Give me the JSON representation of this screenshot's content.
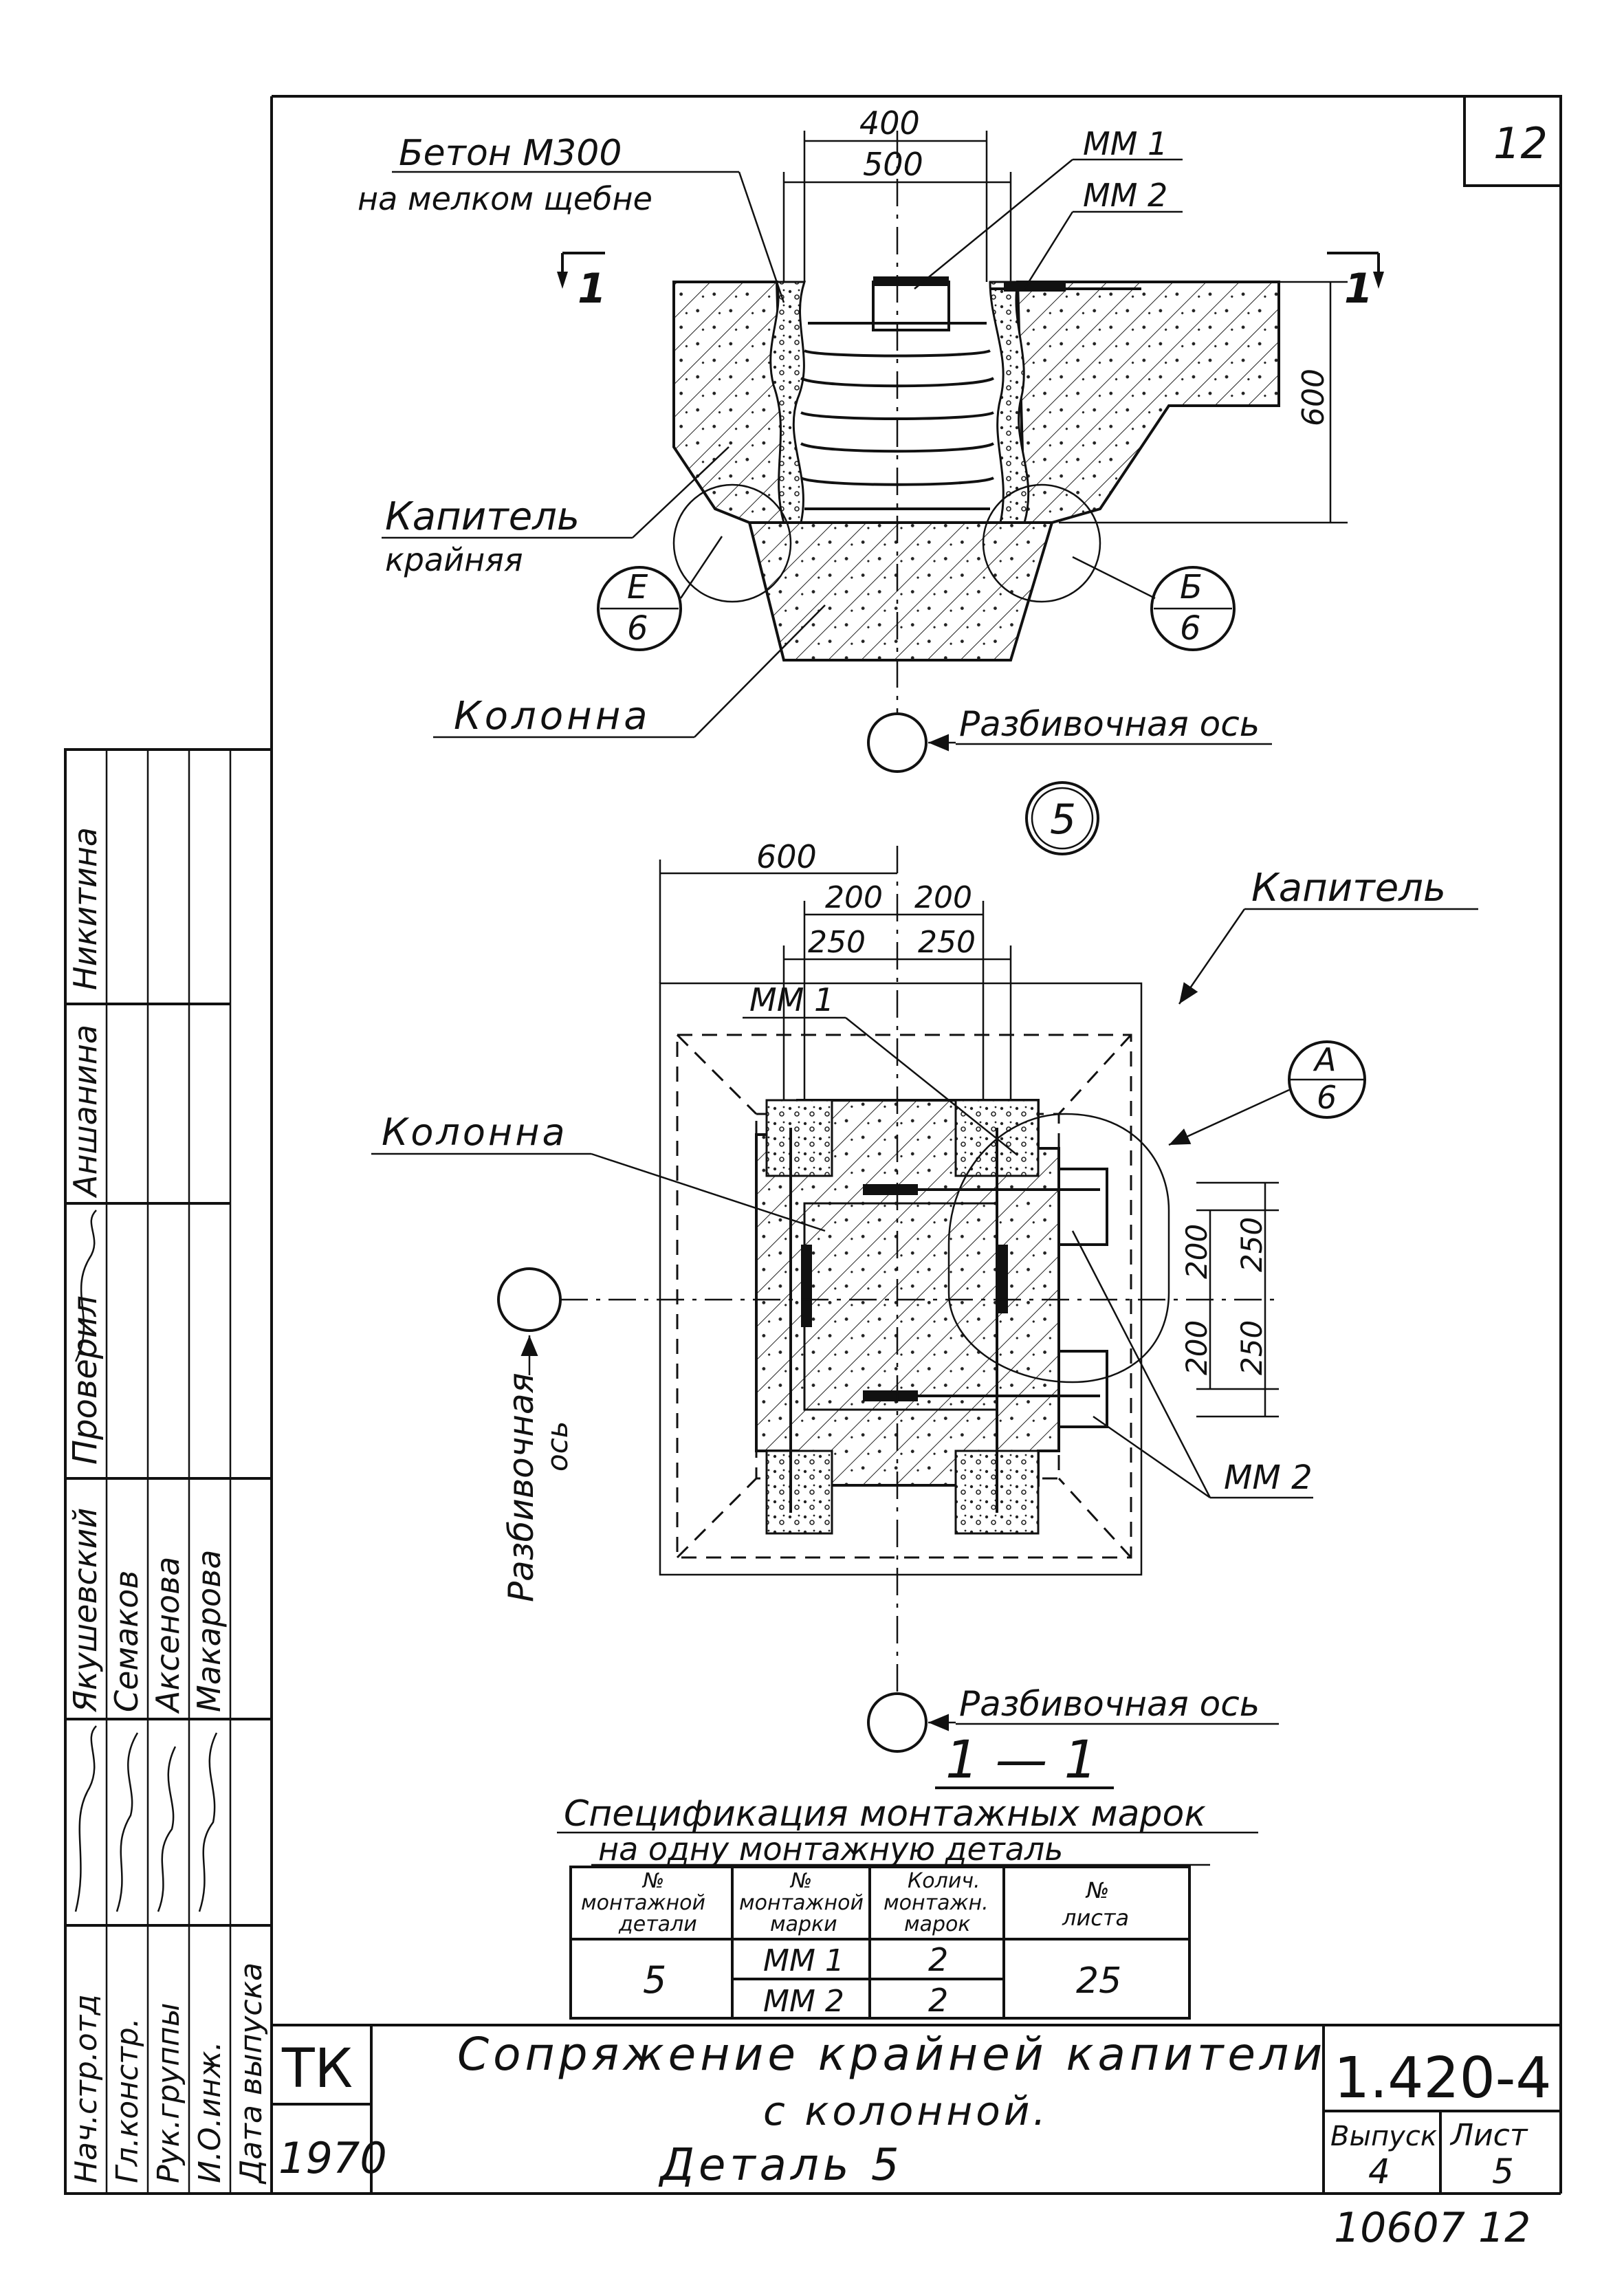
{
  "sheet": {
    "sheet_corner_number": "12",
    "series": "ТК",
    "year": "1970",
    "code": "1.420-4",
    "title_line1": "Сопряжение крайней капители",
    "title_line2": "с колонной.",
    "title_line3": "Деталь 5",
    "issue_label": "Выпуск",
    "issue_value": "4",
    "sheet_label": "Лист",
    "sheet_value": "5",
    "bottom_number": "10607",
    "bottom_page": "12"
  },
  "stamp": {
    "roles": [
      "Нач.стр.отд",
      "Гл.констр.",
      "Рук.группы",
      "И.О.инж.",
      "Дата выпуска"
    ],
    "names": [
      "Якушевский",
      "Семаков",
      "Аксенова",
      "Макарова"
    ],
    "checked_label": "Проверил",
    "checked_names": [
      "Аншанина",
      "Никитина"
    ]
  },
  "elevation": {
    "label_concrete_1": "Бетон М300",
    "label_concrete_2": "на мелком щебне",
    "dim_top_1": "400",
    "dim_top_2": "500",
    "mark_1": "ММ 1",
    "mark_2": "ММ 2",
    "dim_height": "600",
    "section_mark_left": "1",
    "section_mark_right": "1",
    "label_capital_1": "Капитель",
    "label_capital_2": "крайняя",
    "callout_left_top": "Е",
    "callout_left_bottom": "6",
    "callout_right_top": "Б",
    "callout_right_bottom": "6",
    "label_column": "Колонна",
    "label_axis": "Разбивочная ось",
    "detail_number": "5"
  },
  "plan": {
    "dim_600": "600",
    "dim_200a": "200",
    "dim_200b": "200",
    "dim_250a": "250",
    "dim_250b": "250",
    "label_capital": "Капитель",
    "mark_1": "ММ 1",
    "mark_2": "ММ 2",
    "callout_top": "А",
    "callout_bottom": "6",
    "label_column": "Колонна",
    "dim_right_200a": "200",
    "dim_right_250a": "250",
    "dim_right_200b": "200",
    "dim_right_250b": "250",
    "label_axis_left_1": "Разбивочная",
    "label_axis_left_2": "ось",
    "label_axis_bottom": "Разбивочная ось",
    "section_title": "1 — 1"
  },
  "spec": {
    "title_line1": "Спецификация монтажных марок",
    "title_line2": "на одну монтажную деталь",
    "headers": [
      [
        "№",
        "монтажной",
        "детали"
      ],
      [
        "№",
        "монтажной",
        "марки"
      ],
      [
        "Колич.",
        "монтажн.",
        "марок"
      ],
      [
        "№",
        "листа"
      ]
    ],
    "rows": [
      {
        "detail": "5",
        "mark": "ММ 1",
        "qty": "2",
        "sheet": "25"
      },
      {
        "detail": "",
        "mark": "ММ 2",
        "qty": "2",
        "sheet": ""
      }
    ]
  }
}
